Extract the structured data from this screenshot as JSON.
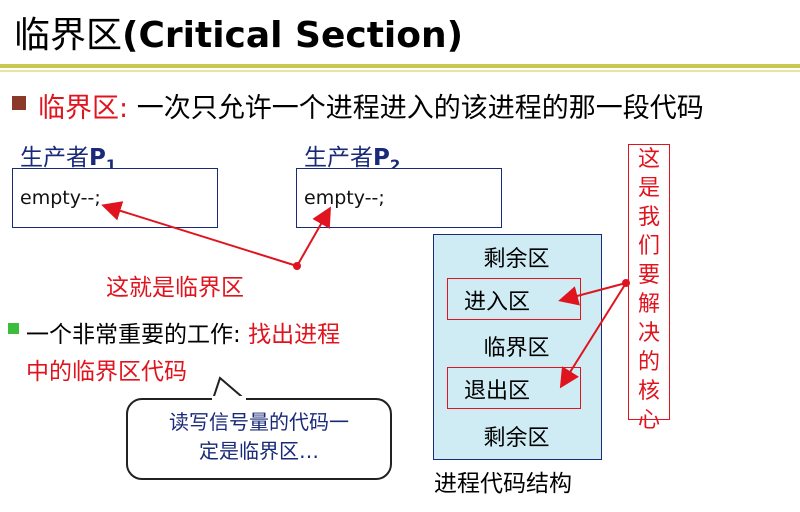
{
  "title": {
    "zh": "临界区",
    "en": "(Critical Section)"
  },
  "definition": {
    "term": "临界区:",
    "text": " 一次只允许一个进程进入的该进程的那一段代码"
  },
  "producer1": {
    "name": "生产者",
    "letter": "P",
    "sub": "1",
    "code": "empty--;"
  },
  "producer2": {
    "name": "生产者",
    "letter": "P",
    "sub": "2",
    "code": "empty--;"
  },
  "arrow_label": "这就是临界区",
  "point2": {
    "prefix": "一个非常重要的工作: ",
    "highlight_a": "找出进程",
    "highlight_b": "中的临界区代码"
  },
  "bubble": {
    "line1": "读写信号量的代码一",
    "line2": "定是临界区…"
  },
  "structure": {
    "rows": [
      "剩余区",
      "进入区",
      "临界区",
      "退出区",
      "剩余区"
    ],
    "caption": "进程代码结构"
  },
  "core_callout": {
    "chars": [
      "这",
      "是",
      "我",
      "们",
      "要",
      "解",
      "决",
      "的",
      "核",
      "心"
    ]
  },
  "colors": {
    "accent_red": "#e0141e",
    "navy": "#1a2a7a",
    "struct_fill": "#cfecf5",
    "title_bar": "#c8c850"
  }
}
